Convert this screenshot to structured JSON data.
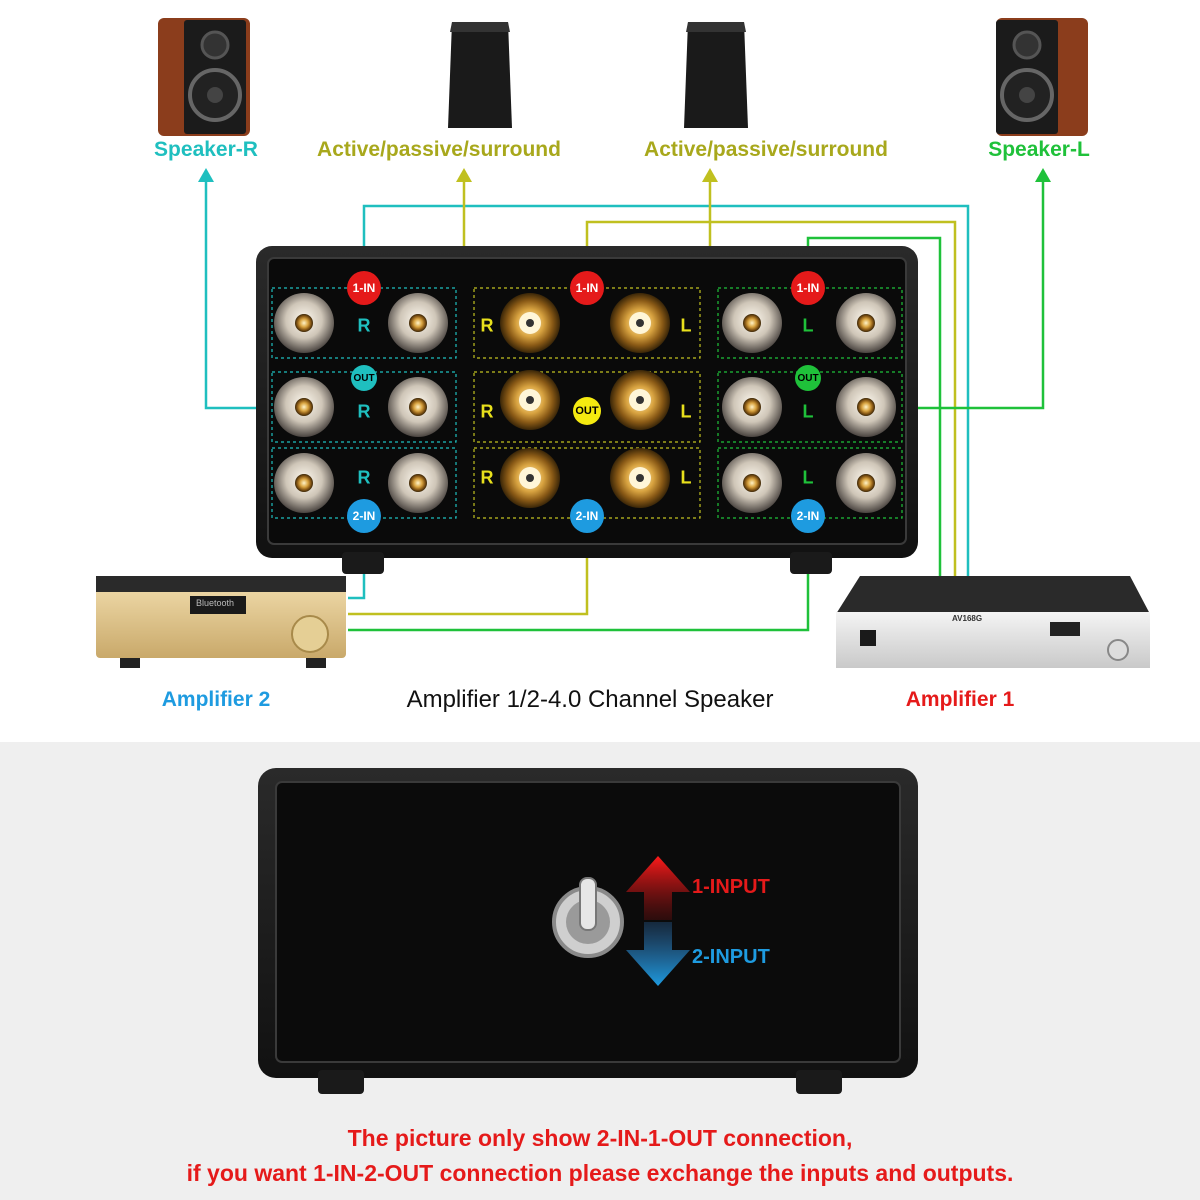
{
  "labels": {
    "speaker_r": "Speaker-R",
    "surround_left": "Active/passive/surround",
    "surround_right": "Active/passive/surround",
    "speaker_l": "Speaker-L",
    "amplifier2": "Amplifier 2",
    "title": "Amplifier 1/2-4.0 Channel Speaker",
    "amplifier1": "Amplifier 1"
  },
  "panel": {
    "badge_in1": "1-IN",
    "badge_in2": "2-IN",
    "badge_out": "OUT",
    "ch_r": "R",
    "ch_l": "L"
  },
  "switch": {
    "input1": "1-INPUT",
    "input2": "2-INPUT"
  },
  "amp2_display": "Bluetooth",
  "amp1_model": "AV168G",
  "caption": {
    "line1": "The picture only show 2-IN-1-OUT connection,",
    "line2": "if you want 1-IN-2-OUT connection please exchange the inputs and outputs."
  },
  "colors": {
    "teal": "#1fbfbf",
    "olive": "#a8a81c",
    "green": "#1fc13a",
    "blue": "#1e9be0",
    "red": "#e51a1a",
    "yellow": "#f5ea10"
  }
}
